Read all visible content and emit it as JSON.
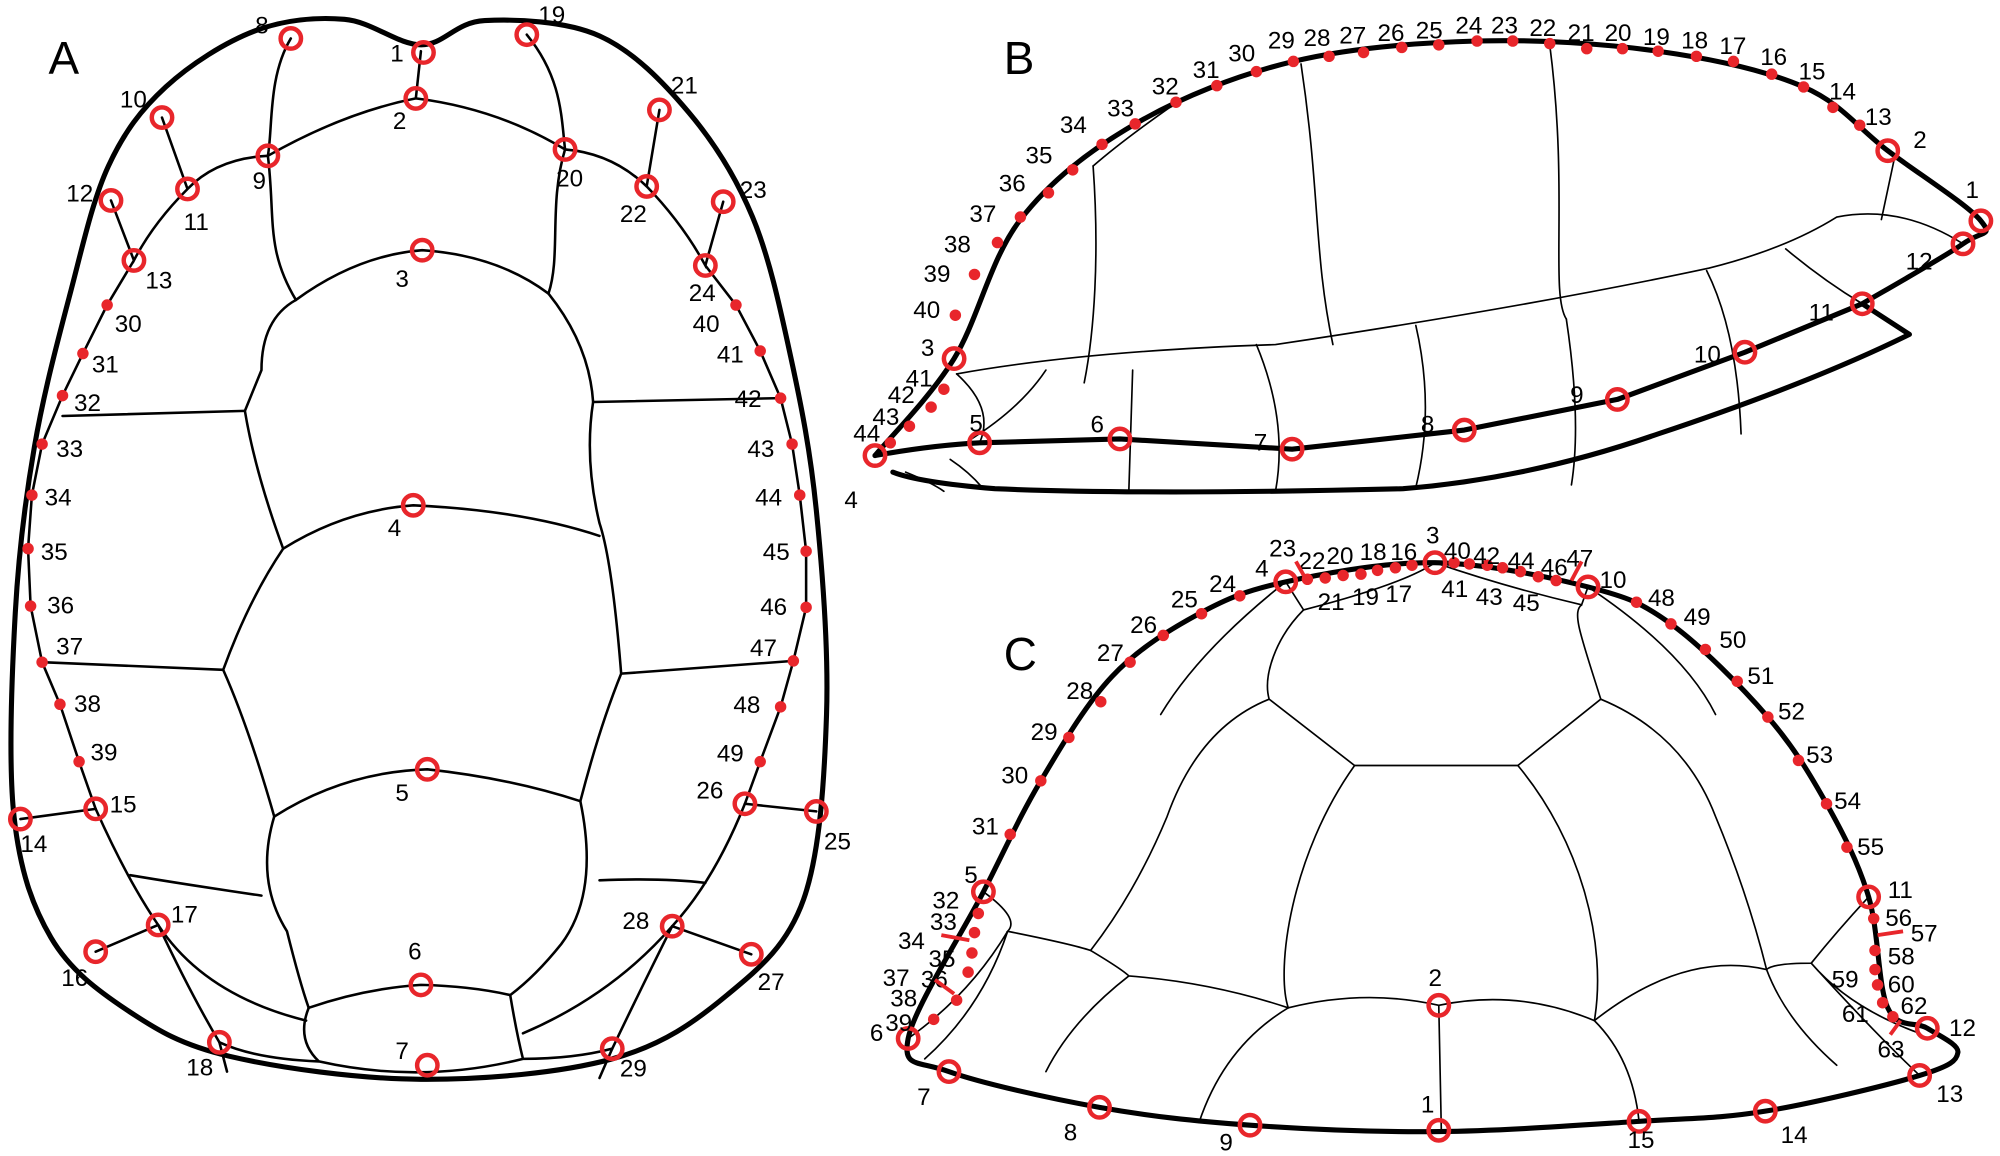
{
  "figure": {
    "landmark_color": "#e8262b",
    "panels": [
      {
        "letter": "A",
        "view": "dorsal",
        "landmarks": [
          "1",
          "2",
          "3",
          "4",
          "5",
          "6",
          "7",
          "8",
          "9",
          "10",
          "11",
          "12",
          "13",
          "14",
          "15",
          "16",
          "17",
          "18",
          "19",
          "20",
          "21",
          "22",
          "23",
          "24",
          "25",
          "26",
          "27",
          "28",
          "29",
          "30",
          "31",
          "32",
          "33",
          "34",
          "35",
          "36",
          "37",
          "38",
          "39",
          "40",
          "41",
          "42",
          "43",
          "44",
          "45",
          "46",
          "47",
          "48",
          "49"
        ]
      },
      {
        "letter": "B",
        "view": "lateral",
        "landmarks": [
          "1",
          "2",
          "3",
          "4",
          "5",
          "6",
          "7",
          "8",
          "9",
          "10",
          "11",
          "12",
          "13",
          "14",
          "15",
          "16",
          "17",
          "18",
          "19",
          "20",
          "21",
          "22",
          "23",
          "24",
          "25",
          "26",
          "27",
          "28",
          "29",
          "30",
          "31",
          "32",
          "33",
          "34",
          "35",
          "36",
          "37",
          "38",
          "39",
          "40",
          "41",
          "42",
          "43",
          "44"
        ]
      },
      {
        "letter": "C",
        "view": "anterior",
        "landmarks": [
          "1",
          "2",
          "3",
          "4",
          "5",
          "6",
          "7",
          "8",
          "9",
          "10",
          "11",
          "12",
          "13",
          "14",
          "15",
          "16",
          "17",
          "18",
          "19",
          "20",
          "21",
          "22",
          "23",
          "24",
          "25",
          "26",
          "27",
          "28",
          "29",
          "30",
          "31",
          "32",
          "33",
          "34",
          "35",
          "36",
          "37",
          "38",
          "39",
          "40",
          "41",
          "42",
          "43",
          "44",
          "45",
          "46",
          "47",
          "48",
          "49",
          "50",
          "51",
          "52",
          "53",
          "54",
          "55",
          "56",
          "57",
          "58",
          "59",
          "60",
          "61",
          "62",
          "63"
        ]
      }
    ]
  }
}
